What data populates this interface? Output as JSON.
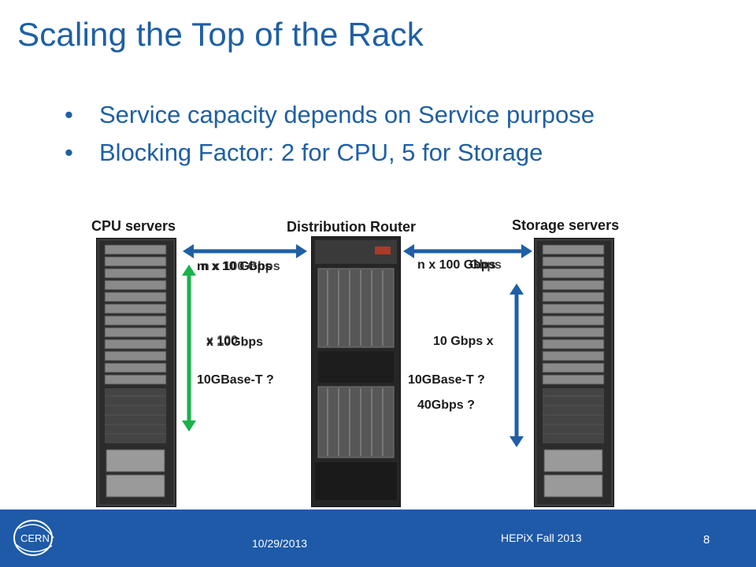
{
  "slide": {
    "title": "Scaling the Top of the Rack",
    "bullets": [
      "Service capacity depends on Service purpose",
      "Blocking Factor: 2 for CPU, 5 for Storage"
    ]
  },
  "diagram": {
    "cpu_label": "CPU servers",
    "router_label": "Distribution Router",
    "storage_label": "Storage servers",
    "left_link_label": "m x 10 Gbps",
    "left_link_label_overlap": "n x 100 Gbps",
    "left_vert_label": "x 10Gbps",
    "left_vert_label_overlap": "x 100",
    "left_media_label": "10GBase-T ?",
    "right_link_label": "n x 100 Gbps",
    "right_link_label_overlap": "Gbps",
    "right_vert_label": "10 Gbps x",
    "right_media_label": "10GBase-T ?",
    "right_speed_label": "40Gbps ?",
    "colors": {
      "blue_arrow": "#1f5fa4",
      "green_arrow": "#19b24b"
    }
  },
  "footer": {
    "date": "10/29/2013",
    "event": "HEPiX Fall 2013",
    "page": "8",
    "logo_text": "CERN"
  }
}
